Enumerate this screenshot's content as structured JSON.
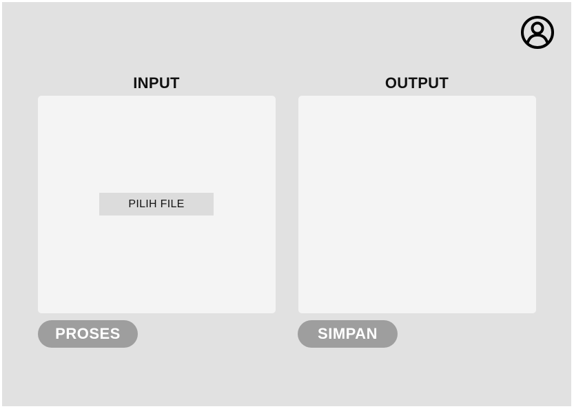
{
  "header": {
    "profile_icon": "user-circle-icon"
  },
  "input_panel": {
    "title": "INPUT",
    "file_button_label": "PILIH FILE",
    "action_label": "PROSES"
  },
  "output_panel": {
    "title": "OUTPUT",
    "action_label": "SIMPAN"
  },
  "colors": {
    "background": "#e1e1e1",
    "panel": "#f4f4f4",
    "file_button": "#dcdcdc",
    "action_button": "#9e9e9e"
  }
}
